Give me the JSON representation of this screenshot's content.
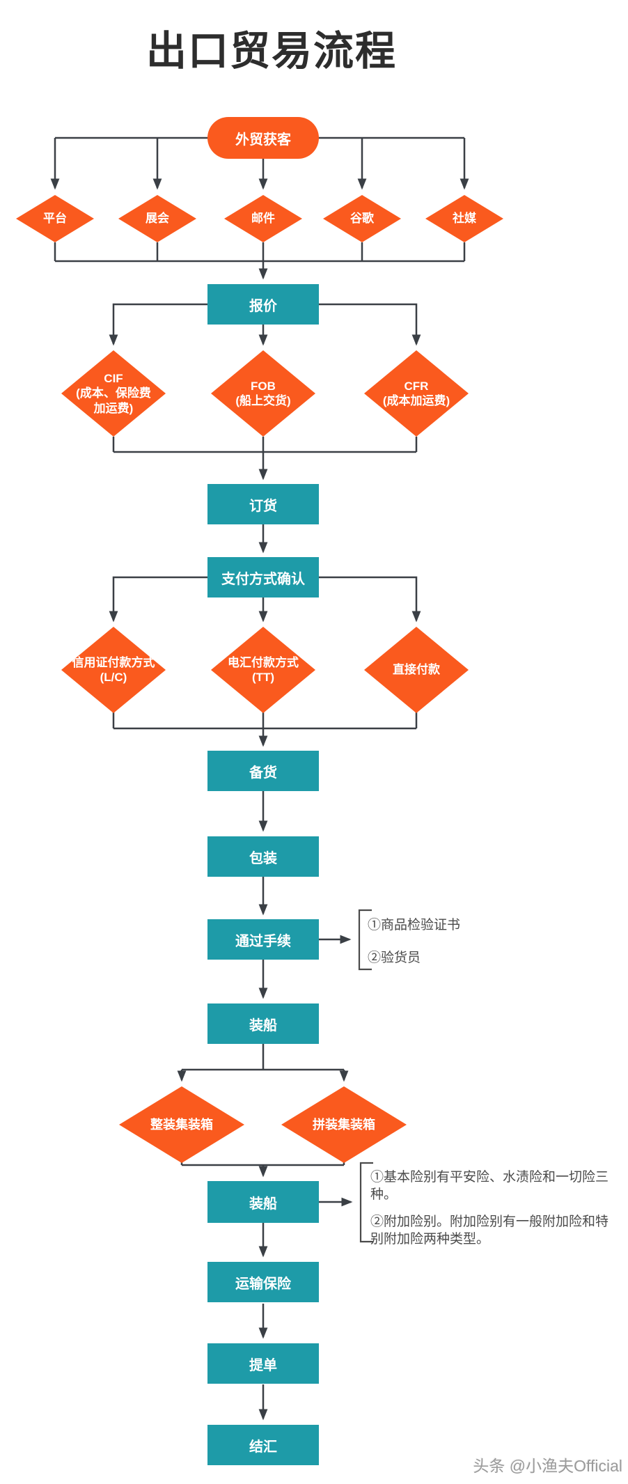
{
  "title": "出口贸易流程",
  "colors": {
    "orange": "#FA5A1E",
    "teal": "#1E9BA8",
    "line": "#3A3F45",
    "annotation": "#4A4A4A",
    "watermark": "#9A9A9A"
  },
  "nodes": {
    "lead_gen": {
      "label": "外贸获客"
    },
    "quote": {
      "label": "报价"
    },
    "order": {
      "label": "订货"
    },
    "payment_confirm": {
      "label": "支付方式确认"
    },
    "prepare": {
      "label": "备货"
    },
    "pack": {
      "label": "包装"
    },
    "customs": {
      "label": "通过手续"
    },
    "ship1": {
      "label": "装船"
    },
    "ship2": {
      "label": "装船"
    },
    "insurance": {
      "label": "运输保险"
    },
    "bill": {
      "label": "提单"
    },
    "settle": {
      "label": "结汇"
    }
  },
  "channels": [
    {
      "label": "平台"
    },
    {
      "label": "展会"
    },
    {
      "label": "邮件"
    },
    {
      "label": "谷歌"
    },
    {
      "label": "社媒"
    }
  ],
  "quote_terms": [
    {
      "code": "CIF",
      "desc": "(成本、保险费加运费)"
    },
    {
      "code": "FOB",
      "desc": "(船上交货)"
    },
    {
      "code": "CFR",
      "desc": "(成本加运费)"
    }
  ],
  "payments": [
    {
      "name": "信用证付款方式",
      "desc": "(L/C)"
    },
    {
      "name": "电汇付款方式",
      "desc": "(TT)"
    },
    {
      "name": "直接付款",
      "desc": ""
    }
  ],
  "containers": [
    {
      "label": "整装集装箱"
    },
    {
      "label": "拼装集装箱"
    }
  ],
  "annotations": {
    "customs": {
      "line1": "①商品检验证书",
      "line2": "②验货员"
    },
    "insurance": {
      "para1": "①基本险别有平安险、水渍险和一切险三种。",
      "para2": "②附加险别。附加险别有一般附加险和特别附加险两种类型。"
    }
  },
  "watermark": "头条 @小渔夫Official"
}
